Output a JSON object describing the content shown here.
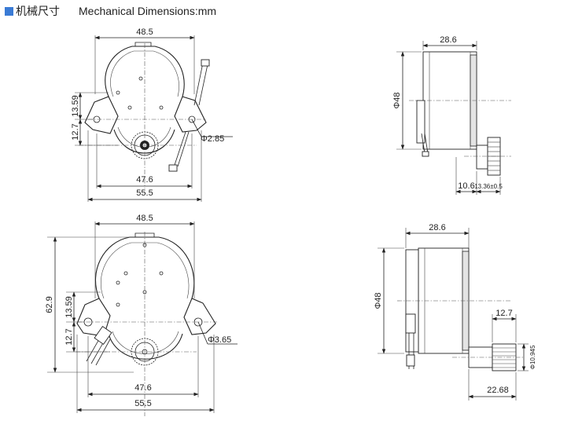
{
  "header": {
    "title_cn": "机械尺寸",
    "title_en": "Mechanical Dimensions:mm",
    "accent_color": "#3a7bd5"
  },
  "views": {
    "top_front": {
      "width_top": "48.5",
      "width_mid": "47.6",
      "width_bottom": "55.5",
      "height_upper": "13.59",
      "height_lower": "12.7",
      "hole_dia": "Φ2.85"
    },
    "top_side": {
      "depth": "28.6",
      "dia": "Φ48",
      "shaft_offset": "10.6",
      "shaft_len": "13.36±0.5"
    },
    "bottom_front": {
      "width_top": "48.5",
      "width_mid": "47.6",
      "width_bottom": "55.5",
      "height_total": "62.9",
      "height_upper": "13.59",
      "height_lower": "12.7",
      "hole_dia": "Φ3.65"
    },
    "bottom_side": {
      "depth": "28.6",
      "dia": "Φ48",
      "shaft_len": "12.7",
      "shaft_dia": "Φ10.945",
      "total_len": "22.68"
    }
  }
}
